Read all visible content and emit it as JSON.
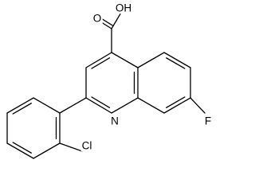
{
  "molecule": {
    "atom_labels": {
      "hydroxyl": "OH",
      "carbonyl_oxygen": "O",
      "ring_nitrogen": "N",
      "fluorine": "F",
      "chlorine": "Cl"
    },
    "colors": {
      "bond": "#000000",
      "text": "#000000",
      "background": "#ffffff"
    }
  }
}
